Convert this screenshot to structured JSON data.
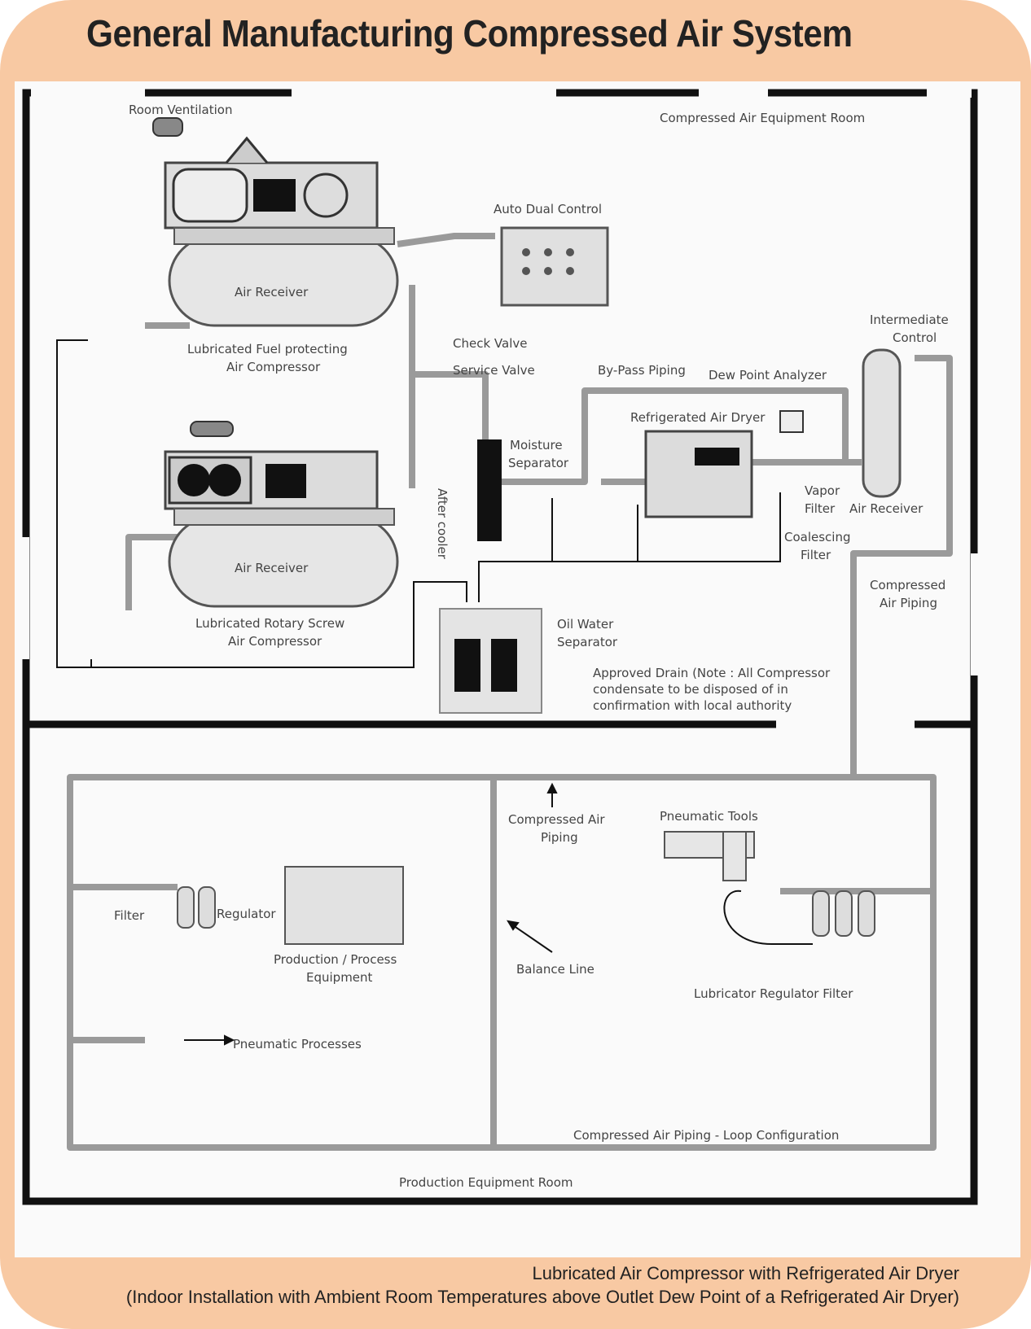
{
  "title": "General Manufacturing Compressed Air System",
  "caption": {
    "line1": "Lubricated Air Compressor with Refrigerated Air Dryer",
    "line2": "(Indoor Installation with Ambient Room Temperatures above Outlet Dew Point of a Refrigerated Air Dryer)"
  },
  "colors": {
    "frame": "#f8c9a3",
    "wall": "#111111",
    "pipe": "#bdbdbd"
  },
  "labels": {
    "room_ventilation": "Room Ventilation",
    "equipment_room": "Compressed Air Equipment Room",
    "auto_dual_control": "Auto Dual Control",
    "air_receiver_top": "Air Receiver",
    "air_receiver_bottom": "Air Receiver",
    "compressor_top_1": "Lubricated Fuel protecting",
    "compressor_top_2": "Air Compressor",
    "compressor_bottom_1": "Lubricated Rotary Screw",
    "compressor_bottom_2": "Air Compressor",
    "check_valve": "Check Valve",
    "service_valve": "Service Valve",
    "bypass_piping": "By-Pass Piping",
    "dew_point_analyzer": "Dew Point Analyzer",
    "intermediate_control_1": "Intermediate",
    "intermediate_control_2": "Control",
    "refrigerated_air_dryer": "Refrigerated Air Dryer",
    "moisture_separator_1": "Moisture",
    "moisture_separator_2": "Separator",
    "after_cooler": "After cooler",
    "vapor_filter_1": "Vapor",
    "vapor_filter_2": "Filter",
    "air_receiver_right": "Air Receiver",
    "coalescing_filter_1": "Coalescing",
    "coalescing_filter_2": "Filter",
    "compressed_air_piping_right_1": "Compressed",
    "compressed_air_piping_right_2": "Air Piping",
    "oil_water_separator_1": "Oil Water",
    "oil_water_separator_2": "Separator",
    "drain_note_1": "Approved Drain (Note : All Compressor",
    "drain_note_2": "condensate to be disposed of in",
    "drain_note_3": "confirmation with local authority",
    "compressed_air_piping_mid_1": "Compressed Air",
    "compressed_air_piping_mid_2": "Piping",
    "pneumatic_tools": "Pneumatic Tools",
    "filter": "Filter",
    "regulator": "Regulator",
    "production_equipment_1": "Production / Process",
    "production_equipment_2": "Equipment",
    "balance_line": "Balance Line",
    "lubricator_regulator_filter": "Lubricator Regulator Filter",
    "pneumatic_processes": "Pneumatic Processes",
    "loop_configuration": "Compressed Air Piping - Loop Configuration",
    "production_room": "Production Equipment Room"
  }
}
